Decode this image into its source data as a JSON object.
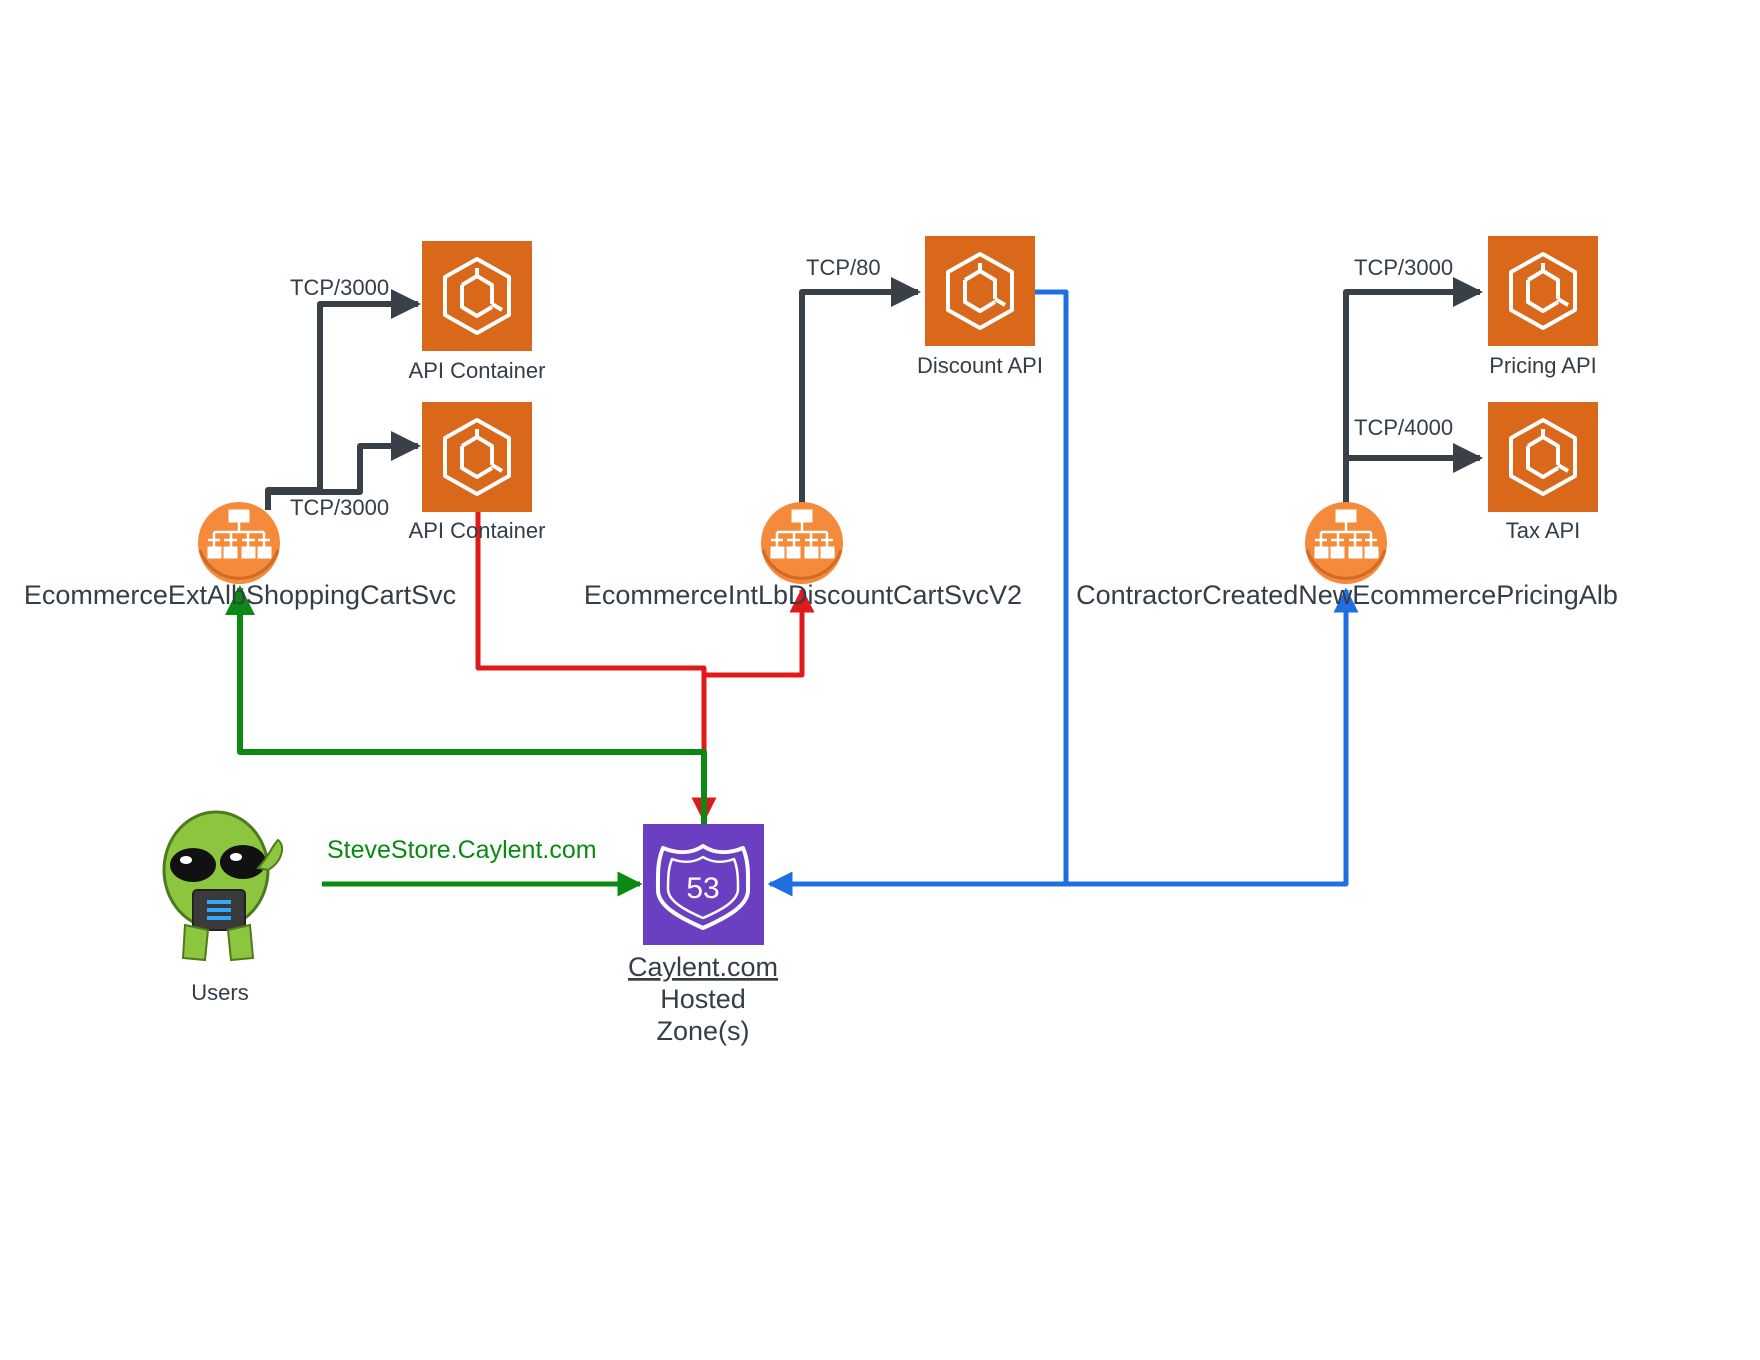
{
  "diagram": {
    "users": {
      "label": "Users"
    },
    "dns_name": "SteveStore.Caylent.com",
    "hosted_zone": {
      "lines": [
        "Caylent.com",
        "Hosted",
        "Zone(s)"
      ],
      "badge": "53"
    },
    "load_balancers": [
      {
        "id": "lb1",
        "label": "EcommerceExtAlbShoppingCartSvc"
      },
      {
        "id": "lb2",
        "label": "EcommerceIntLbDiscountCartSvcV2"
      },
      {
        "id": "lb3",
        "label": "ContractorCreatedNewEcommercePricingAlb"
      }
    ],
    "containers": [
      {
        "id": "c1",
        "label": "API Container"
      },
      {
        "id": "c2",
        "label": "API Container"
      },
      {
        "id": "c3",
        "label": "Discount API"
      },
      {
        "id": "c4",
        "label": "Pricing API"
      },
      {
        "id": "c5",
        "label": "Tax API"
      }
    ],
    "ports": [
      {
        "id": "p1",
        "label": "TCP/3000"
      },
      {
        "id": "p2",
        "label": "TCP/3000"
      },
      {
        "id": "p3",
        "label": "TCP/80"
      },
      {
        "id": "p4",
        "label": "TCP/3000"
      },
      {
        "id": "p5",
        "label": "TCP/4000"
      }
    ],
    "colors": {
      "container": "#d9681a",
      "load_balancer": "#f48a3a",
      "route53": "#6a3fc2",
      "dark_arrow": "#3a4048",
      "green_arrow": "#0a8a12",
      "red_arrow": "#e01a1a",
      "blue_arrow": "#1f6fe0"
    }
  }
}
